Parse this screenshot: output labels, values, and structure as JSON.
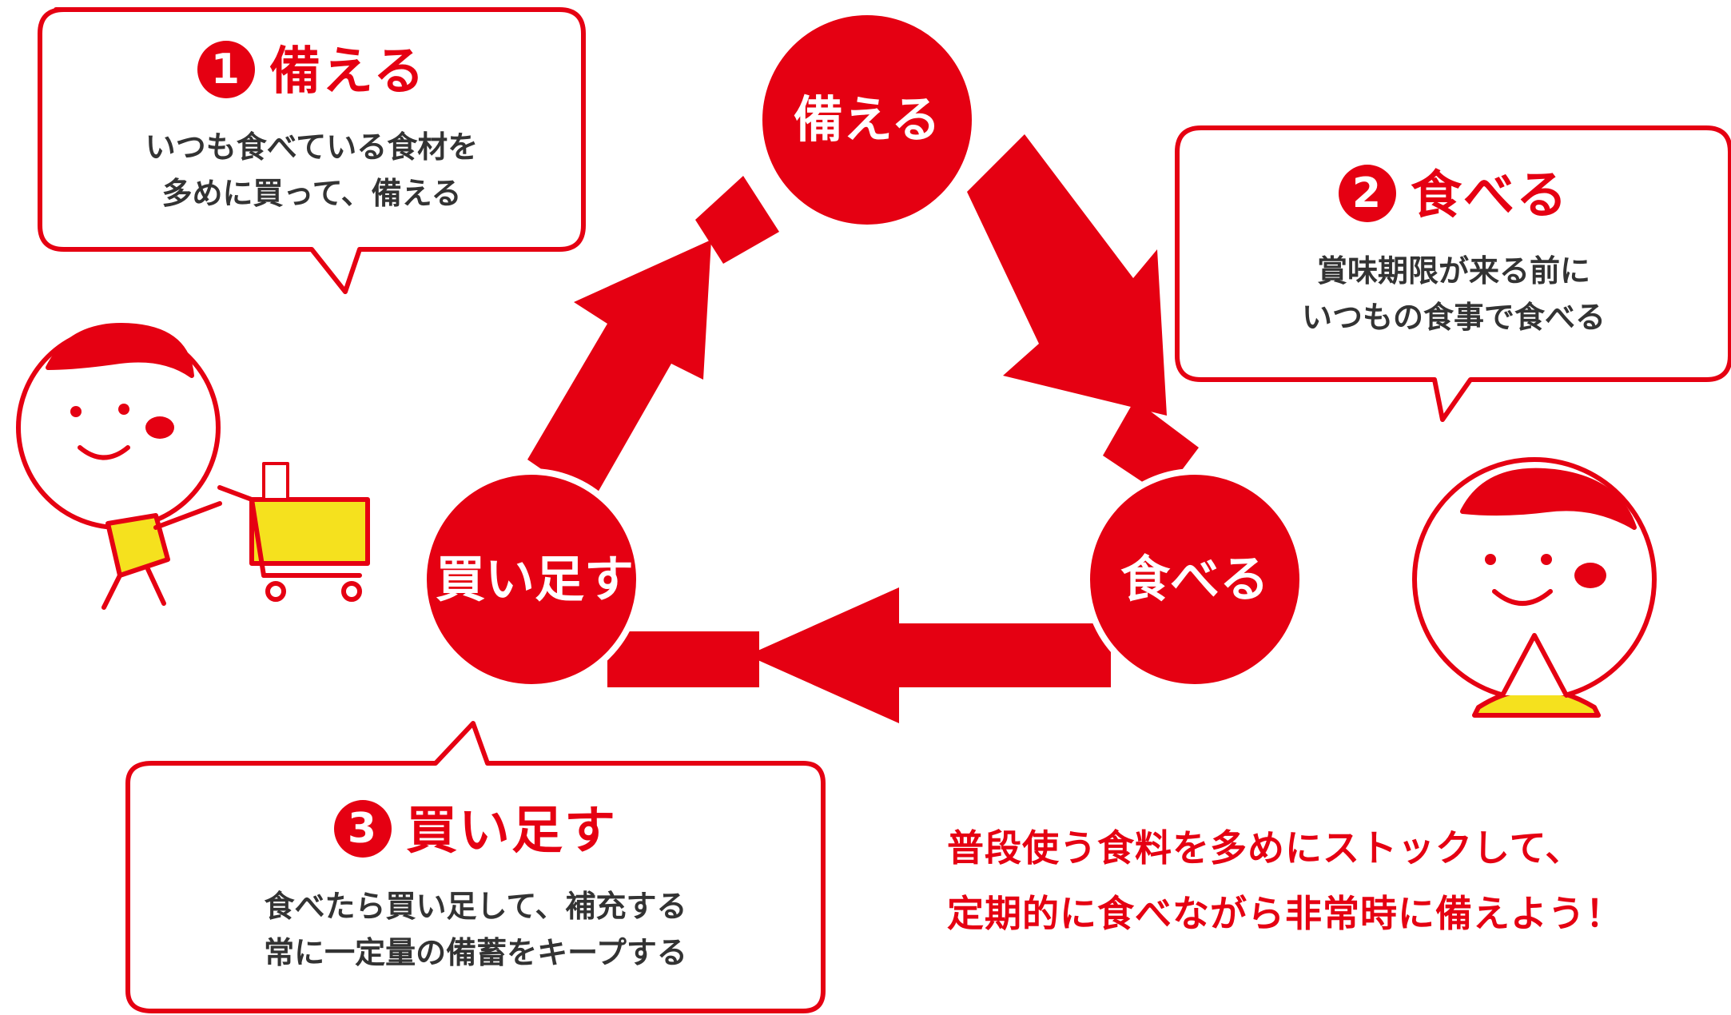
{
  "colors": {
    "accent": "#e50012",
    "shirt": "#f5e11e",
    "text": "#333333"
  },
  "cycle": {
    "prepare": "備える",
    "eat": "食べる",
    "restock": "買い足す"
  },
  "bubbles": {
    "prepare": {
      "number": "1",
      "title": "備える",
      "lines": [
        "いつも食べている食材を",
        "多めに買って、備える"
      ]
    },
    "eat": {
      "number": "2",
      "title": "食べる",
      "lines": [
        "賞味期限が来る前に",
        "いつもの食事で食べる"
      ]
    },
    "restock": {
      "number": "3",
      "title": "買い足す",
      "lines": [
        "食べたら買い足して、補充する",
        "常に一定量の備蓄をキープする"
      ]
    }
  },
  "message": {
    "lines": [
      "普段使う食料を多めにストックして、",
      "定期的に食べながら非常時に備えよう！"
    ]
  },
  "illustrations": {
    "shopper": "child-with-shopping-cart",
    "eater": "child-with-hands-together"
  }
}
